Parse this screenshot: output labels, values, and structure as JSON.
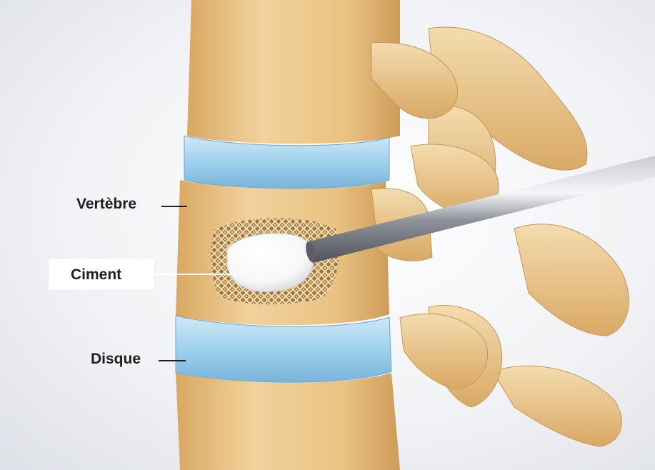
{
  "labels": {
    "vertebra": "Vertèbre",
    "cement": "Ciment",
    "disc": "Disque"
  },
  "colors": {
    "bone": "#e7be7f",
    "bone_light": "#f3d9a6",
    "bone_shadow": "#c99a55",
    "disc": "#a9d6ee",
    "disc_dark": "#7fb9dd",
    "cement": "#ffffff",
    "needle": "#7c7f88",
    "background": "#eef0f3"
  }
}
